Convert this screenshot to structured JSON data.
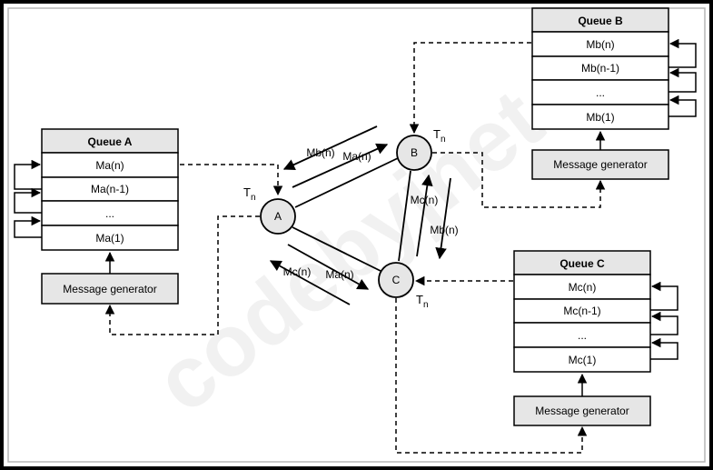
{
  "queues": {
    "a": {
      "title": "Queue A",
      "items": [
        "Ma(n)",
        "Ma(n-1)",
        "...",
        "Ma(1)"
      ],
      "generator": "Message generator"
    },
    "b": {
      "title": "Queue B",
      "items": [
        "Mb(n)",
        "Mb(n-1)",
        "...",
        "Mb(1)"
      ],
      "generator": "Message generator"
    },
    "c": {
      "title": "Queue C",
      "items": [
        "Mc(n)",
        "Mc(n-1)",
        "...",
        "Mc(1)"
      ],
      "generator": "Message generator"
    }
  },
  "nodes": {
    "a": "A",
    "b": "B",
    "c": "C"
  },
  "time_label": {
    "main": "T",
    "sub": "n"
  },
  "messages": {
    "mb_to_a": "Mb(n)",
    "ma_to_b": "Ma(n)",
    "mc_to_b": "Mc(n)",
    "mb_to_c": "Mb(n)",
    "mc_to_a": "Mc(n)",
    "ma_to_c": "Ma(n)"
  },
  "watermark": "codebyjnet",
  "colors": {
    "header_fill": "#e6e6e6",
    "cell_fill": "#ffffff",
    "stroke": "#000000",
    "frame": "#000000"
  }
}
